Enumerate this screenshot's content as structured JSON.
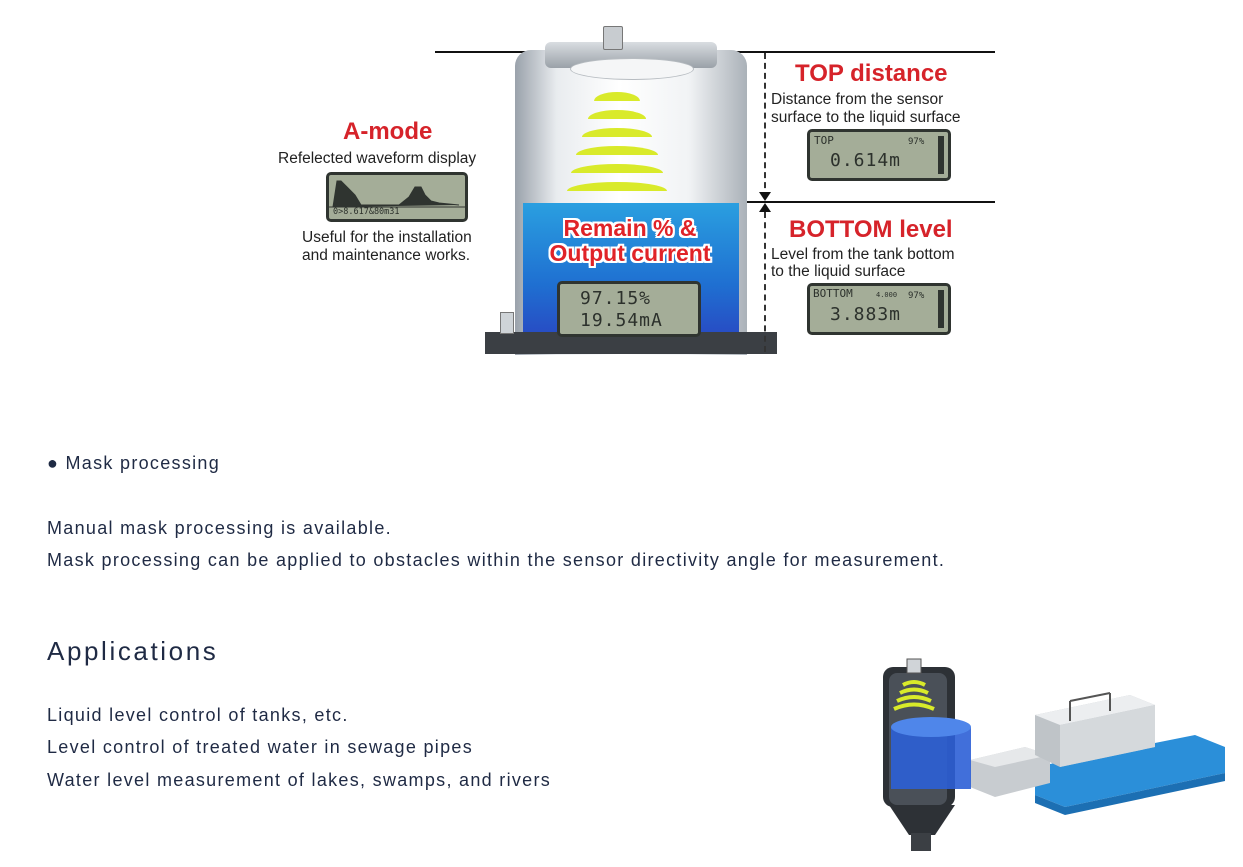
{
  "diagram": {
    "amode": {
      "title": "A-mode",
      "subtitle": "Refelected waveform display",
      "lcd_text": "0>8.617&80m31",
      "note_line1": "Useful for the installation",
      "note_line2": "and maintenance works."
    },
    "top": {
      "title": "TOP distance",
      "desc_line1": "Distance from the sensor",
      "desc_line2": "surface to the liquid surface",
      "lcd_label": "TOP",
      "lcd_percent": "97%",
      "lcd_value": "0.614m"
    },
    "remain": {
      "title_line1": "Remain % &",
      "title_line2": "Output current",
      "lcd_line1": "97.15%",
      "lcd_line2": "19.54mA"
    },
    "bottom": {
      "title": "BOTTOM level",
      "desc_line1": "Level from the tank bottom",
      "desc_line2": "to the liquid surface",
      "lcd_label": "BOTTOM",
      "lcd_small": "4.000",
      "lcd_percent": "97%",
      "lcd_value": "3.883m"
    },
    "colors": {
      "accent_red": "#d6232a",
      "liquid_blue": "#1f6fd1",
      "wave_yellow": "#d9ea2a",
      "lcd_green": "#a4ad98"
    }
  },
  "mask": {
    "bullet": "●",
    "heading": "Mask processing",
    "line1": "Manual mask processing is available.",
    "line2": "Mask processing can be applied to obstacles within the sensor directivity angle for measurement."
  },
  "applications": {
    "heading": "Applications",
    "items": [
      "Liquid level control of tanks, etc.",
      "Level control of treated water in sewage pipes",
      "Water level measurement of lakes, swamps, and rivers"
    ]
  }
}
